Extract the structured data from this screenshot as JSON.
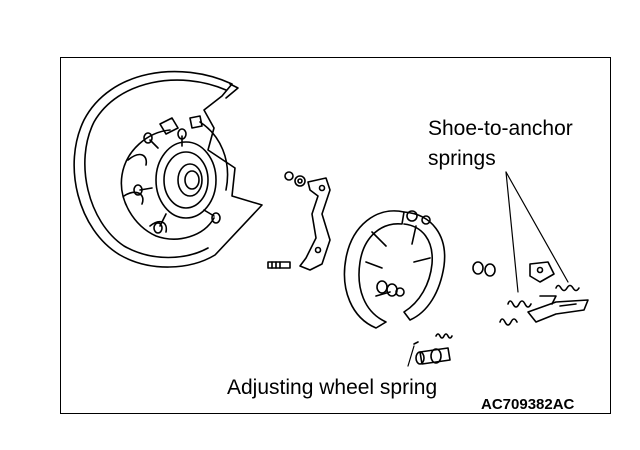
{
  "figure": {
    "labels": {
      "shoe_to_anchor_line1": "Shoe-to-anchor",
      "shoe_to_anchor_line2": "springs",
      "adjusting_wheel_spring": "Adjusting wheel spring"
    },
    "figure_code": "AC709382AC"
  }
}
